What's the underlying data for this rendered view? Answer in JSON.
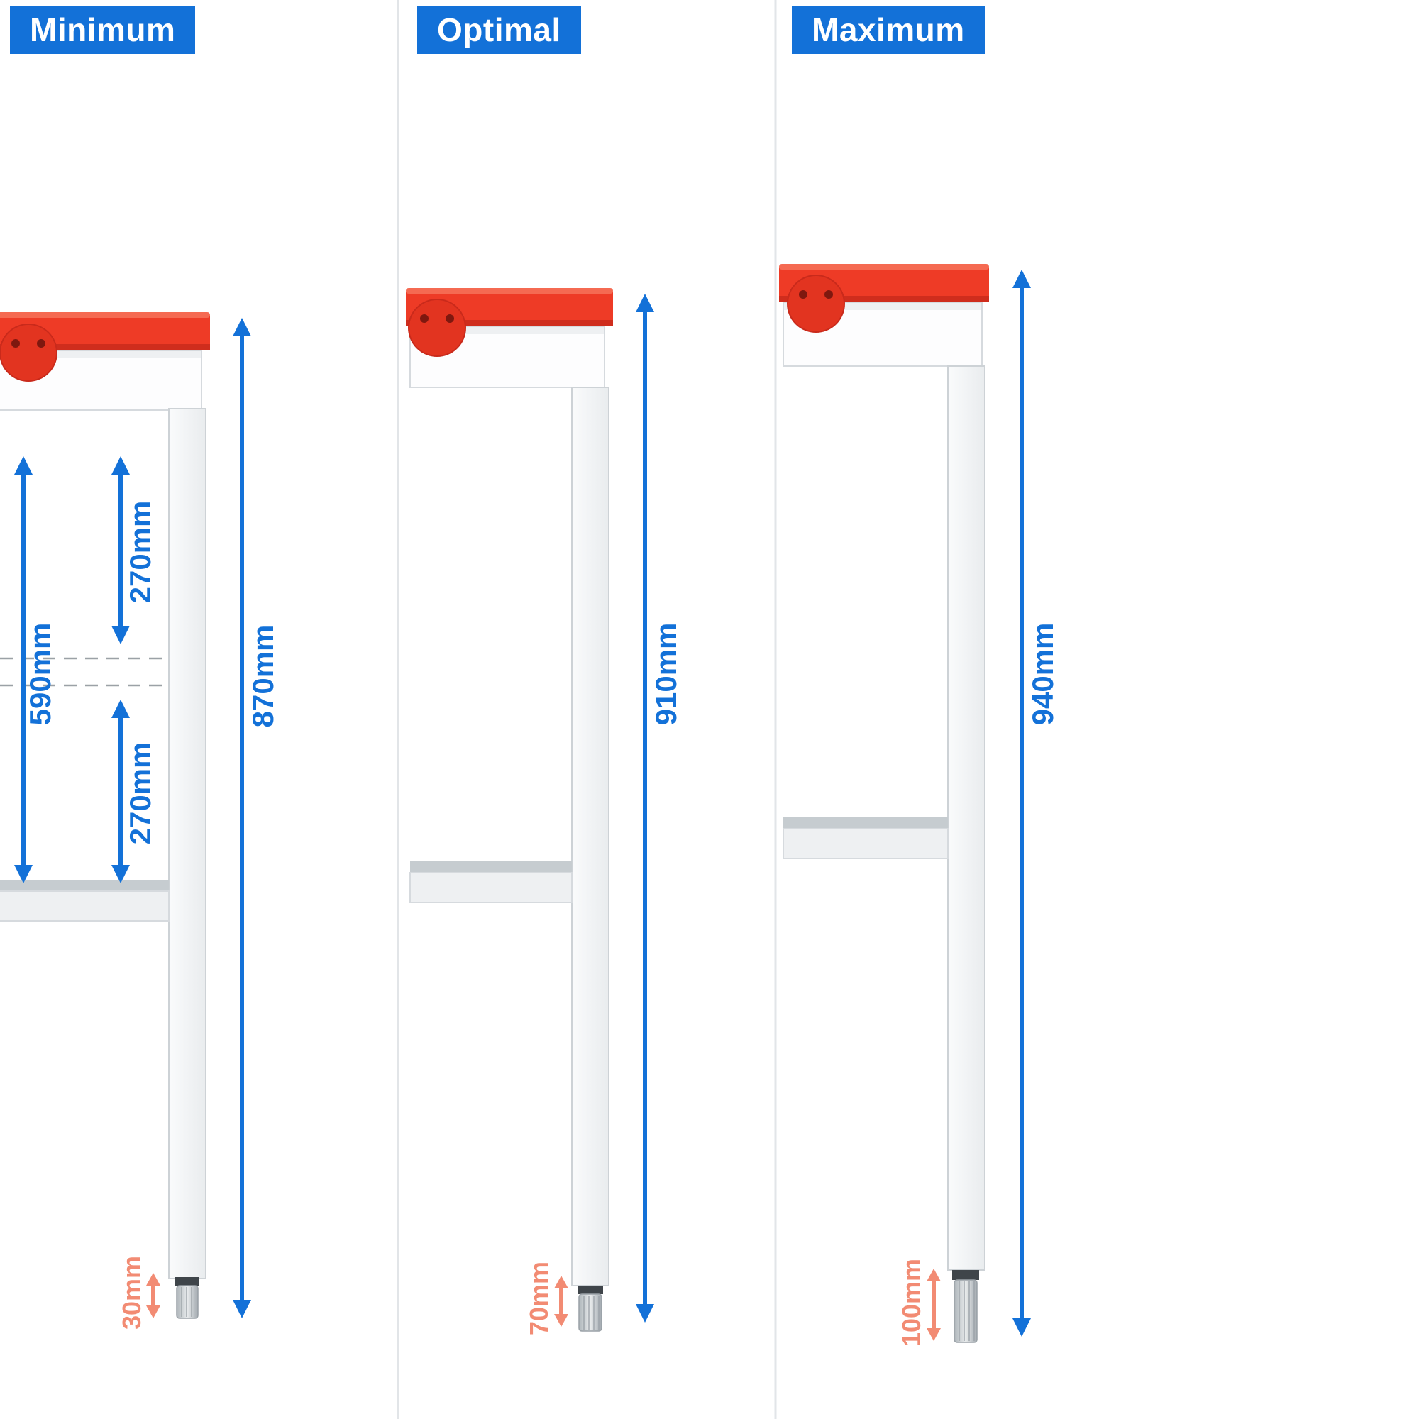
{
  "colors": {
    "blue": "#1371d8",
    "red": "#ee3b26",
    "salmon": "#f28b73"
  },
  "panels": [
    {
      "id": "minimum",
      "label": "Minimum",
      "total_height": "870mm",
      "inner_height": "590mm",
      "upper_span": "270mm",
      "lower_span": "270mm",
      "foot_adjust": "30mm"
    },
    {
      "id": "optimal",
      "label": "Optimal",
      "total_height": "910mm",
      "foot_adjust": "70mm"
    },
    {
      "id": "maximum",
      "label": "Maximum",
      "total_height": "940mm",
      "foot_adjust": "100mm"
    }
  ]
}
